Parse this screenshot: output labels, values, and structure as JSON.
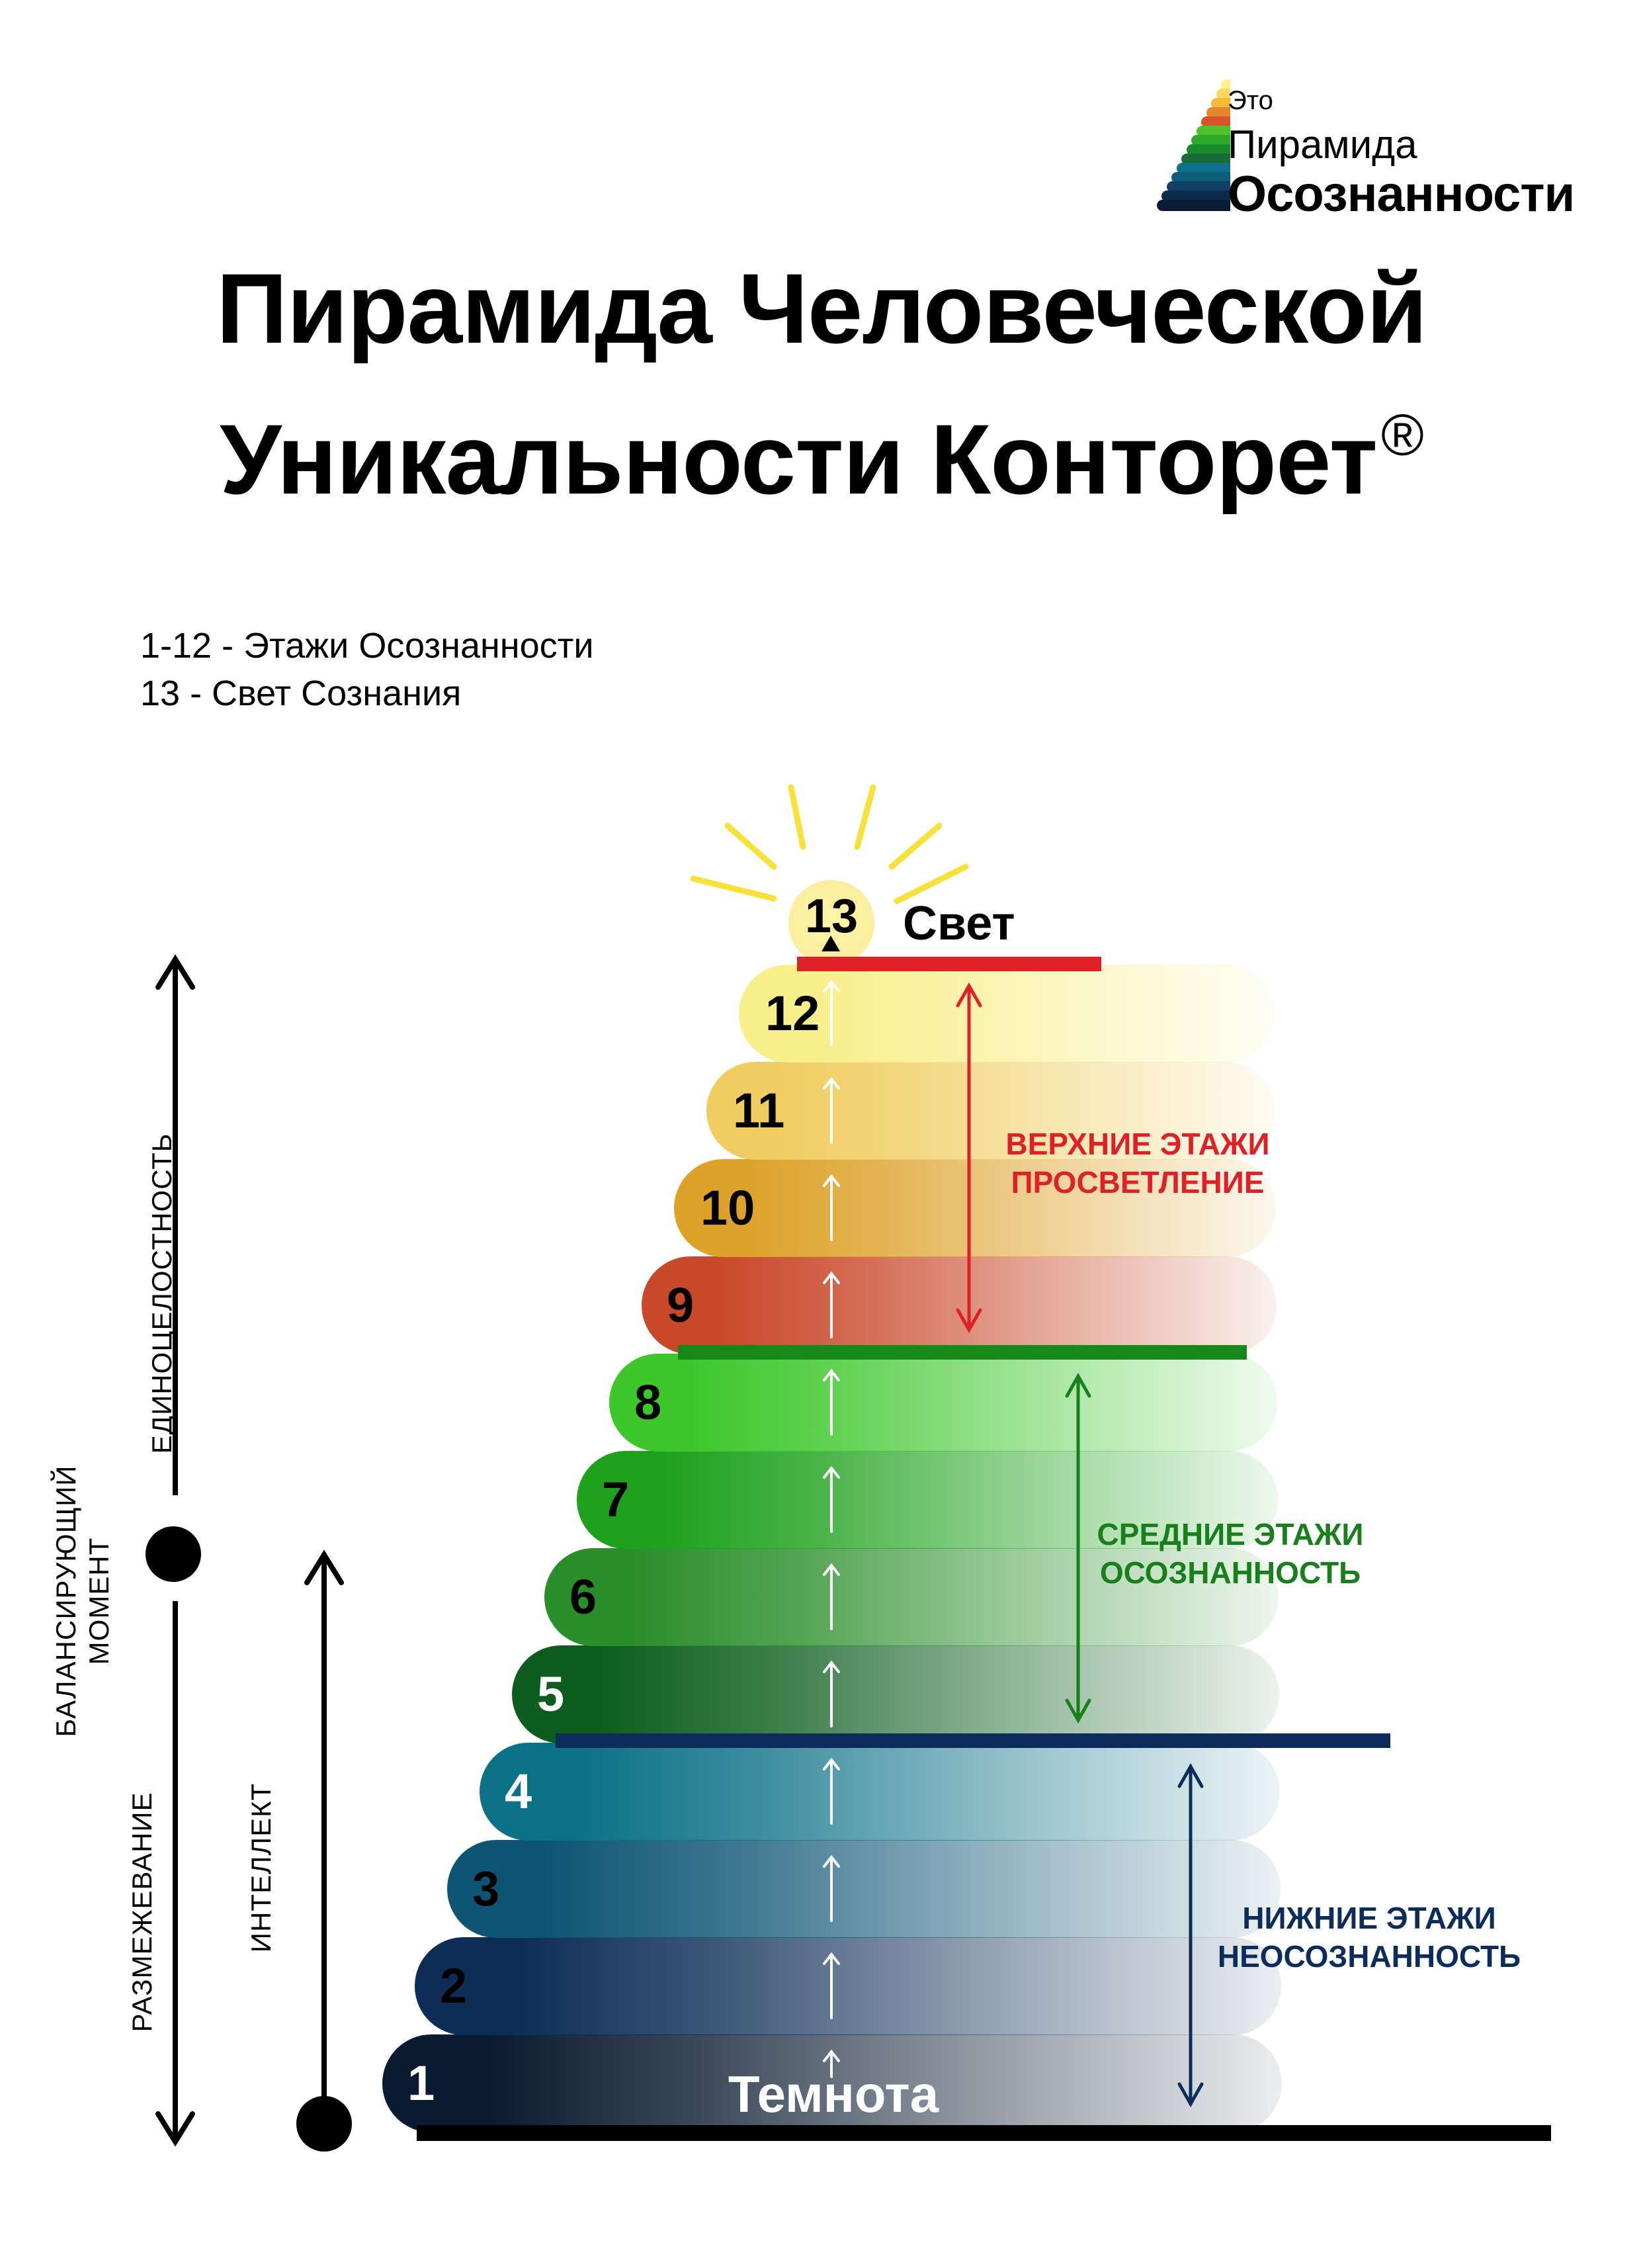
{
  "logo": {
    "line1": "Это",
    "line2": "Пирамида",
    "line3": "Осознанности",
    "bar_colors": [
      "#fef08a",
      "#fbd85e",
      "#f2b93a",
      "#e5862a",
      "#d9532a",
      "#4fc22b",
      "#2ea82a",
      "#188b2a",
      "#176b35",
      "#10728a",
      "#0d5f77",
      "#123d67",
      "#0c2a4c",
      "#0a1c33"
    ]
  },
  "title": {
    "line1": "Пирамида Человеческой",
    "line2": "Уникальности Конторет",
    "mark": "®"
  },
  "legend": {
    "line1": "1-12 - Этажи Осознанности",
    "line2": "13 - Свет Сознания"
  },
  "pyramid": {
    "top": {
      "number": "13",
      "label": "Свет"
    },
    "bottom_label": "Темнота",
    "floors": [
      {
        "number": "1",
        "color": "#0a1a30"
      },
      {
        "number": "2",
        "color": "#0d2d57"
      },
      {
        "number": "3",
        "color": "#0e5575"
      },
      {
        "number": "4",
        "color": "#0b7187"
      },
      {
        "number": "5",
        "color": "#0d5e1e"
      },
      {
        "number": "6",
        "color": "#2a8e2a"
      },
      {
        "number": "7",
        "color": "#1ea11c"
      },
      {
        "number": "8",
        "color": "#3dc72b"
      },
      {
        "number": "9",
        "color": "#c9482a"
      },
      {
        "number": "10",
        "color": "#dda22a"
      },
      {
        "number": "11",
        "color": "#f0cd60"
      },
      {
        "number": "12",
        "color": "#f8ee8a"
      }
    ]
  },
  "zones": {
    "upper": {
      "line1": "ВЕРХНИЕ ЭТАЖИ",
      "line2": "ПРОСВЕТЛЕНИЕ",
      "color": "#e02027"
    },
    "middle": {
      "line1": "СРЕДНИЕ ЭТАЖИ",
      "line2": "ОСОЗНАННОСТЬ",
      "color": "#17801b"
    },
    "lower": {
      "line1": "НИЖНИЕ ЭТАЖИ",
      "line2": "НЕОСОЗНАННОСТЬ",
      "color": "#0c2d5c"
    }
  },
  "axes": {
    "unity": "ЕДИНОЦЕЛОСТНОСТЬ",
    "balance_line1": "БАЛАНСИРУЮЩИЙ",
    "balance_line2": "МОМЕНТ",
    "separation": "РАЗМЕЖЕВАНИЕ",
    "intellect": "ИНТЕЛЛЕКТ"
  }
}
